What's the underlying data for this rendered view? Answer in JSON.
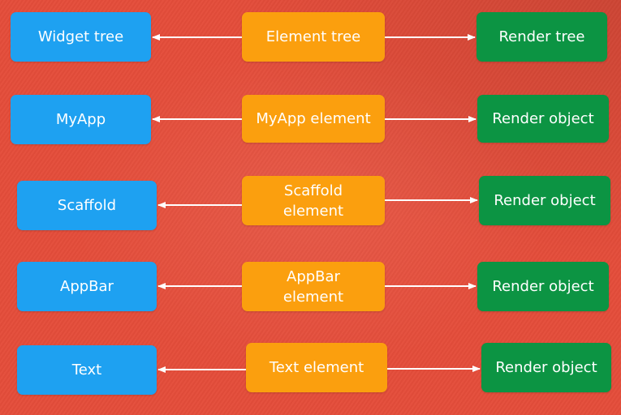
{
  "colors": {
    "background": "#e44d3a",
    "widget_box": "#1ea1f1",
    "element_box": "#fb9f0e",
    "render_box": "#0c9443",
    "arrow": "#ffffff"
  },
  "rows": [
    {
      "widget": [
        "Widget tree"
      ],
      "element": [
        "Element tree"
      ],
      "render": [
        "Render tree"
      ]
    },
    {
      "widget": [
        "MyApp"
      ],
      "element": [
        "MyApp element"
      ],
      "render": [
        "Render object"
      ]
    },
    {
      "widget": [
        "Scaffold"
      ],
      "element": [
        "Scaffold",
        "element"
      ],
      "render": [
        "Render object"
      ]
    },
    {
      "widget": [
        "AppBar"
      ],
      "element": [
        "AppBar",
        "element"
      ],
      "render": [
        "Render object"
      ]
    },
    {
      "widget": [
        "Text"
      ],
      "element": [
        "Text element"
      ],
      "render": [
        "Render object"
      ]
    }
  ],
  "arrows": [
    {
      "from": "element",
      "to": "widget"
    },
    {
      "from": "element",
      "to": "render"
    }
  ]
}
